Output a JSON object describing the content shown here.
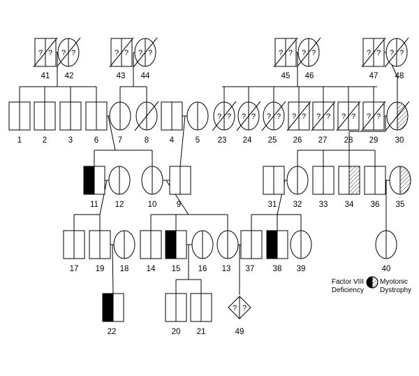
{
  "pedigree": {
    "individuals": [
      {
        "id": "41",
        "sex": "M",
        "deceased": true,
        "unknown": true
      },
      {
        "id": "42",
        "sex": "F",
        "deceased": true,
        "unknown": true
      },
      {
        "id": "43",
        "sex": "M",
        "deceased": true,
        "unknown": true
      },
      {
        "id": "44",
        "sex": "F",
        "deceased": true,
        "unknown": true
      },
      {
        "id": "45",
        "sex": "M",
        "deceased": true,
        "unknown": true
      },
      {
        "id": "46",
        "sex": "F",
        "deceased": true,
        "unknown": true
      },
      {
        "id": "47",
        "sex": "M",
        "deceased": true,
        "unknown": true
      },
      {
        "id": "48",
        "sex": "F",
        "deceased": true,
        "unknown": true
      },
      {
        "id": "1",
        "sex": "M"
      },
      {
        "id": "2",
        "sex": "M"
      },
      {
        "id": "3",
        "sex": "M"
      },
      {
        "id": "6",
        "sex": "M"
      },
      {
        "id": "7",
        "sex": "F"
      },
      {
        "id": "8",
        "sex": "F",
        "deceased": true
      },
      {
        "id": "4",
        "sex": "M"
      },
      {
        "id": "5",
        "sex": "F"
      },
      {
        "id": "23",
        "sex": "F",
        "deceased": true,
        "unknown": true
      },
      {
        "id": "24",
        "sex": "F",
        "deceased": true,
        "unknown": true
      },
      {
        "id": "25",
        "sex": "F",
        "deceased": true,
        "unknown": true
      },
      {
        "id": "26",
        "sex": "M",
        "deceased": true,
        "unknown": true
      },
      {
        "id": "27",
        "sex": "M",
        "deceased": true,
        "unknown": true
      },
      {
        "id": "28",
        "sex": "M",
        "deceased": true,
        "unknown": true
      },
      {
        "id": "29",
        "sex": "M",
        "deceased": true,
        "unknown": true
      },
      {
        "id": "30",
        "sex": "F",
        "deceased": true,
        "dystrophy": true
      },
      {
        "id": "11",
        "sex": "M",
        "factor8": true
      },
      {
        "id": "12",
        "sex": "F"
      },
      {
        "id": "10",
        "sex": "F"
      },
      {
        "id": "9",
        "sex": "M"
      },
      {
        "id": "31",
        "sex": "M"
      },
      {
        "id": "32",
        "sex": "F"
      },
      {
        "id": "33",
        "sex": "M"
      },
      {
        "id": "34",
        "sex": "M",
        "dystrophy": true
      },
      {
        "id": "36",
        "sex": "M"
      },
      {
        "id": "35",
        "sex": "F",
        "dystrophy": true
      },
      {
        "id": "17",
        "sex": "M"
      },
      {
        "id": "19",
        "sex": "M"
      },
      {
        "id": "18",
        "sex": "F"
      },
      {
        "id": "14",
        "sex": "M"
      },
      {
        "id": "15",
        "sex": "M",
        "factor8": true
      },
      {
        "id": "16",
        "sex": "F"
      },
      {
        "id": "13",
        "sex": "F"
      },
      {
        "id": "37",
        "sex": "M"
      },
      {
        "id": "38",
        "sex": "M",
        "factor8": true
      },
      {
        "id": "39",
        "sex": "F"
      },
      {
        "id": "40",
        "sex": "F"
      },
      {
        "id": "22",
        "sex": "M",
        "factor8": true
      },
      {
        "id": "20",
        "sex": "M"
      },
      {
        "id": "21",
        "sex": "M"
      },
      {
        "id": "49",
        "sex": "U",
        "unknown": true
      }
    ],
    "unknown_mark": "?"
  },
  "legend": {
    "left_line1": "Factor VIII",
    "left_line2": "Deficiency",
    "right_line1": "Myotonic",
    "right_line2": "Dystrophy"
  }
}
